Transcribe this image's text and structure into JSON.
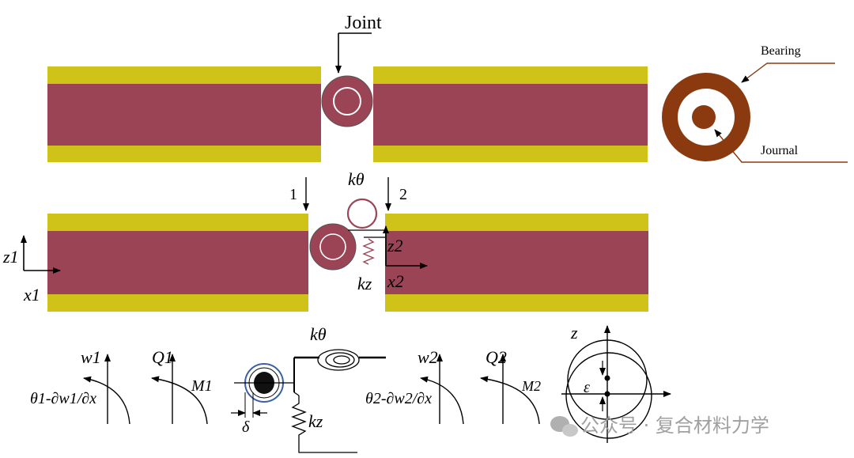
{
  "colors": {
    "beam_core": "#9a4455",
    "beam_skin": "#cfc31a",
    "bearing": "#8b3a10",
    "pin_fill": "#111111",
    "pin_ring": "#3a5fa8",
    "watermark": "#a0a0a0"
  },
  "labels": {
    "joint": "Joint",
    "bearing": "Bearing",
    "journal": "Journal",
    "node_1": "1",
    "node_2": "2",
    "k_theta_top": "kθ",
    "z2": "z2",
    "x2": "x2",
    "kz_top": "kz",
    "z1": "z1",
    "x1": "x1"
  },
  "fbd": {
    "w1": "w1",
    "theta1": "θ1-∂w1/∂x",
    "Q1": "Q1",
    "M1": "M1",
    "k_theta": "kθ",
    "kz": "kz",
    "delta": "δ",
    "w2": "w2",
    "theta2": "θ2-∂w2/∂x",
    "Q2": "Q2",
    "M2": "M2",
    "z": "z",
    "epsilon": "ε"
  },
  "watermark": {
    "icon": "wechat-icon",
    "text": "公众号 · 复合材料力学"
  }
}
